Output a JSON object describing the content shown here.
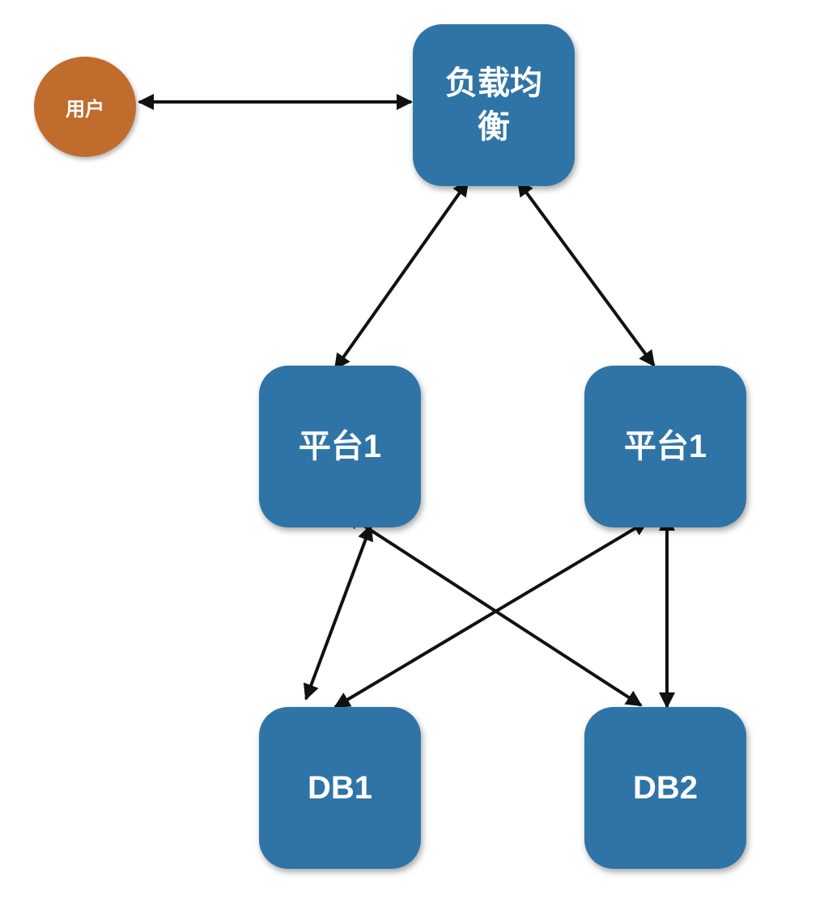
{
  "nodes": {
    "user": {
      "label": "用户",
      "color": "#c06c2c"
    },
    "load_balancer": {
      "label": "负载均衡",
      "color": "#2f74a7"
    },
    "platform_left": {
      "label": "平台1",
      "color": "#2f74a7"
    },
    "platform_right": {
      "label": "平台1",
      "color": "#2f74a7"
    },
    "db1": {
      "label": "DB1",
      "color": "#2f74a7"
    },
    "db2": {
      "label": "DB2",
      "color": "#2f74a7"
    }
  },
  "edges": [
    {
      "from": "user",
      "to": "load_balancer",
      "direction": "both"
    },
    {
      "from": "load_balancer",
      "to": "platform_left",
      "direction": "both"
    },
    {
      "from": "load_balancer",
      "to": "platform_right",
      "direction": "both"
    },
    {
      "from": "platform_left",
      "to": "db1",
      "direction": "both"
    },
    {
      "from": "platform_left",
      "to": "db2",
      "direction": "both"
    },
    {
      "from": "platform_right",
      "to": "db1",
      "direction": "both"
    },
    {
      "from": "platform_right",
      "to": "db2",
      "direction": "both"
    }
  ],
  "colors": {
    "edge": "#111111",
    "box": "#2f74a7",
    "user": "#c06c2c",
    "text": "#ffffff"
  }
}
